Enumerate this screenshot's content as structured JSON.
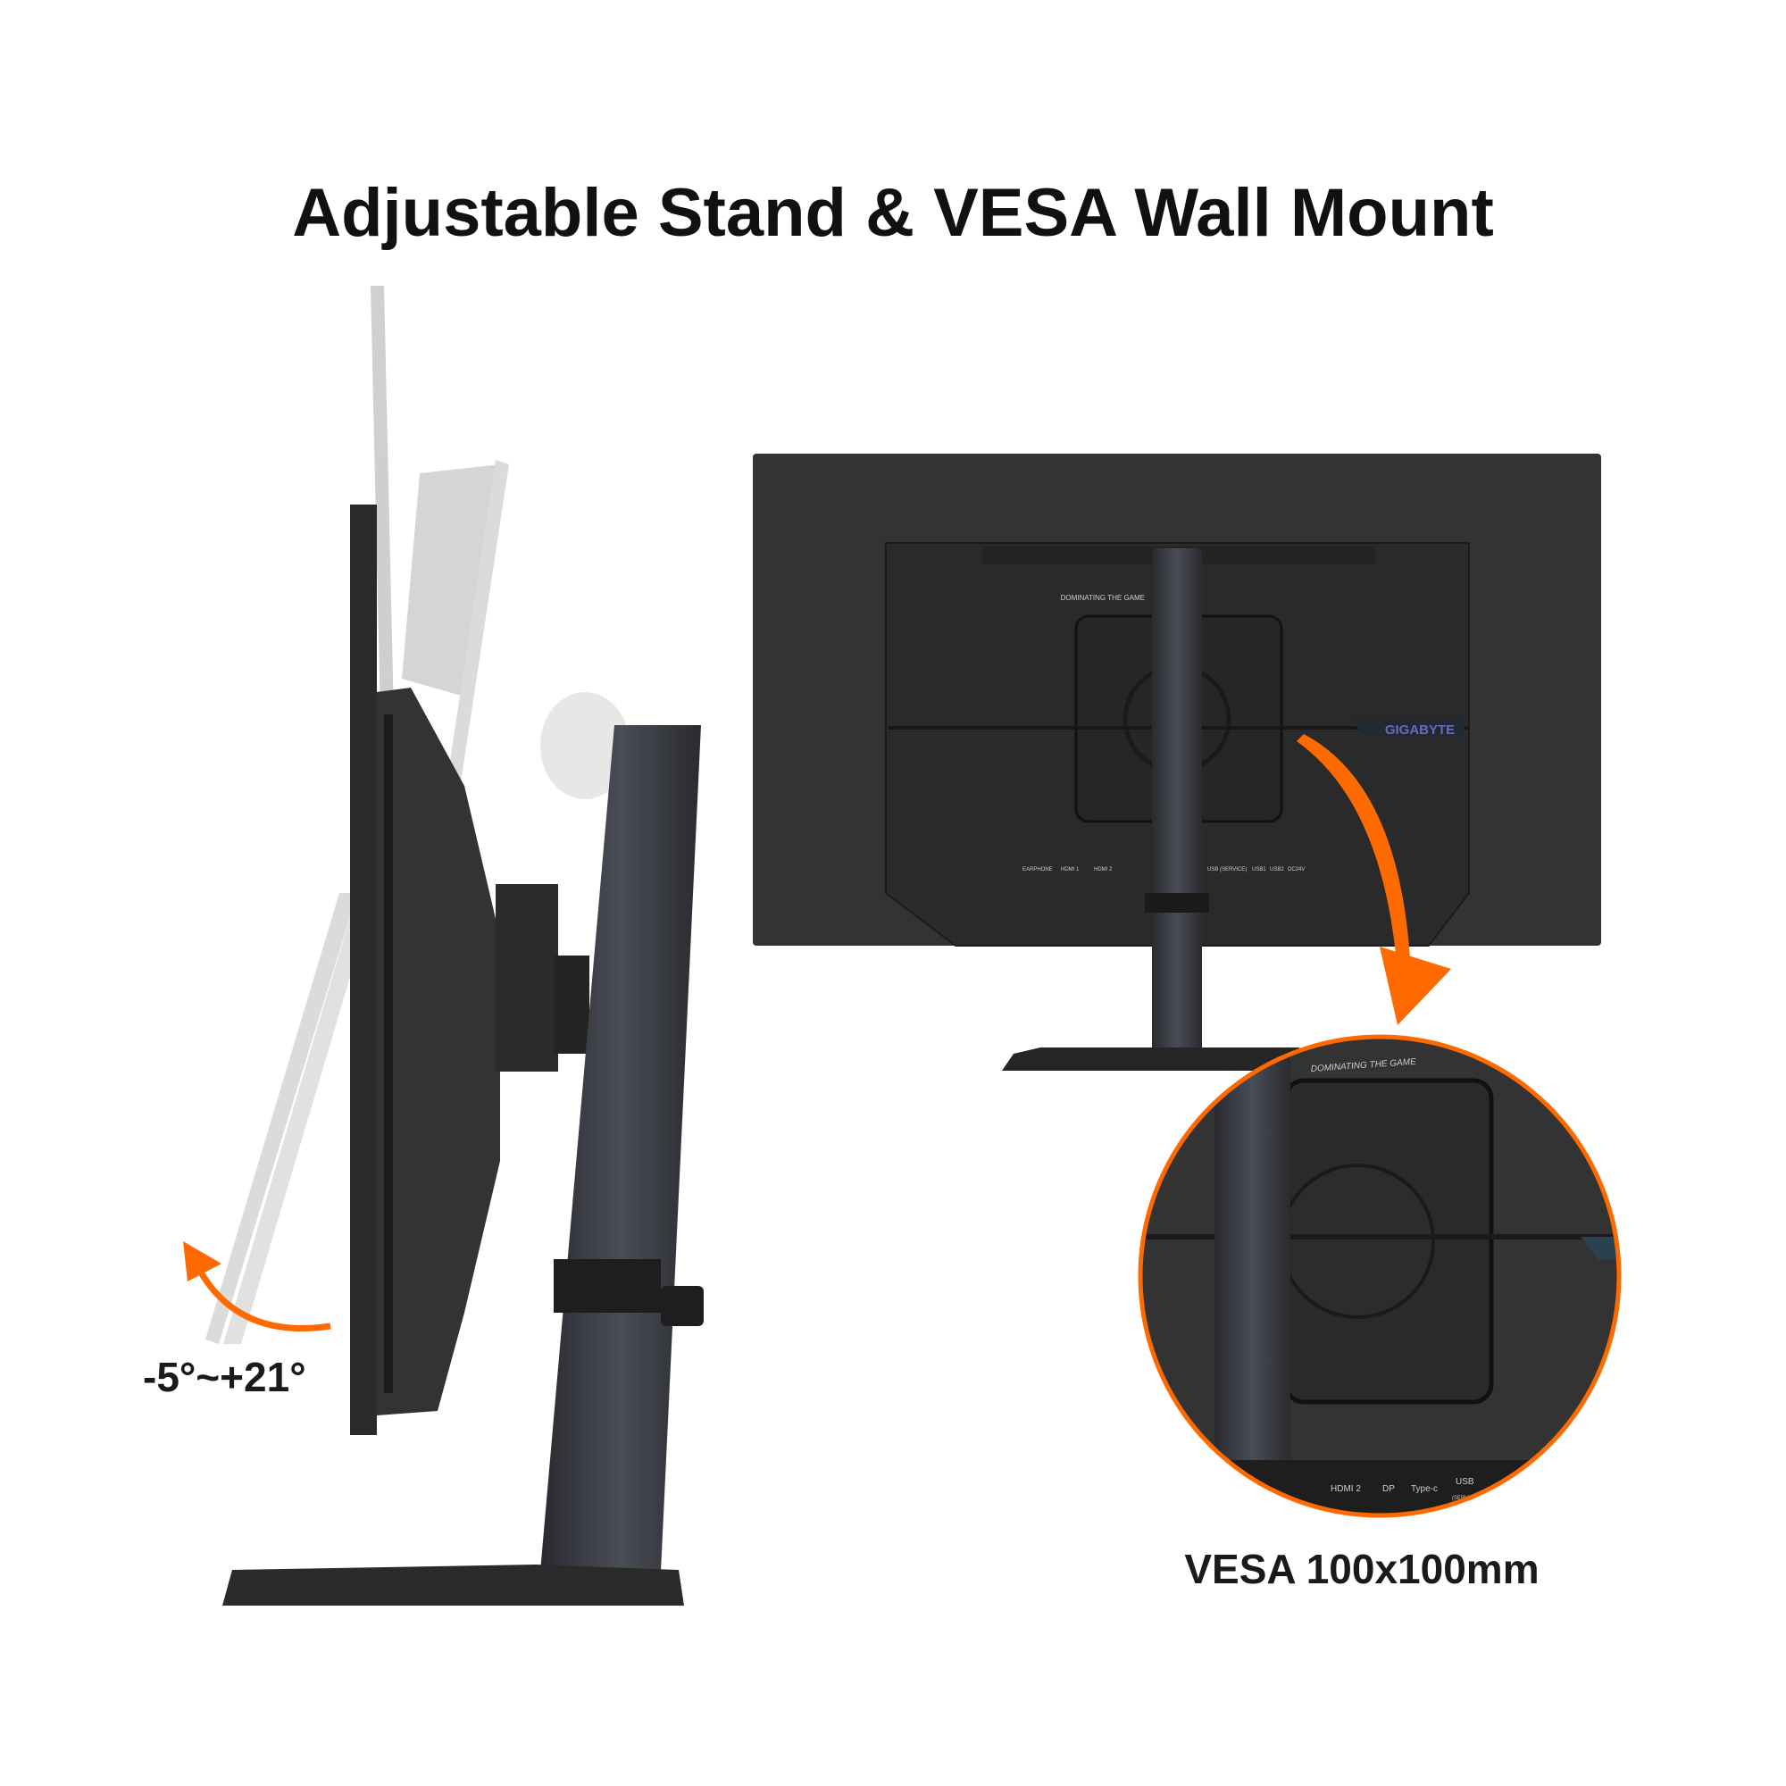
{
  "title": "Adjustable Stand & VESA Wall Mount",
  "tilt_label": "-5°~+21°",
  "vesa_label": "VESA 100x100mm",
  "monitor_back": {
    "brand": "GIGABYTE",
    "slogan": "DOMINATING THE GAME",
    "ports": [
      "EARPHONE",
      "HDMI 1",
      "HDMI 2",
      "USB (SERVICE)",
      "USB1",
      "USB2",
      "DC24V"
    ],
    "zoom_ports": [
      "HDMI 2",
      "DP",
      "Type-c",
      "USB",
      "(SERVICE)"
    ]
  },
  "colors": {
    "accent": "#ff6a00",
    "monitor": "#2e2e2e",
    "stand": "#3a3c44",
    "brand_text": "#6a6ab8"
  }
}
